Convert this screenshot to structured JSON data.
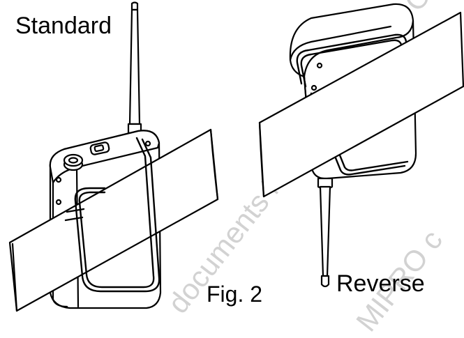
{
  "labels": {
    "standard": "Standard",
    "reverse": "Reverse",
    "figure": "Fig. 2"
  },
  "watermark": {
    "line_1": "documents MIPRO only. NO. C",
    "line_2": "MIPRO c"
  },
  "colors": {
    "ink": "#000000",
    "watermark": "#d2d2d2",
    "background": "#ffffff"
  }
}
